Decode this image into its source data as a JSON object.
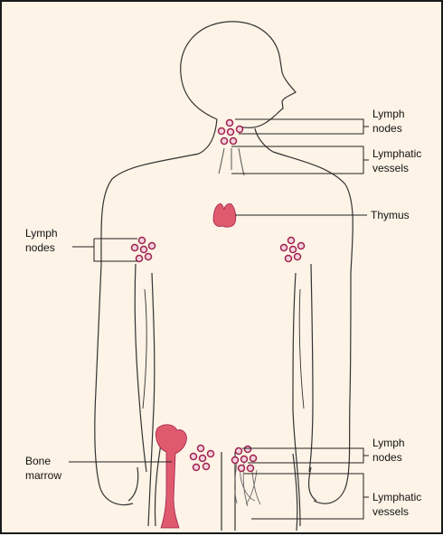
{
  "labels": {
    "lymph_nodes_neck": [
      "Lymph",
      "nodes"
    ],
    "lymphatic_vessels_neck": [
      "Lymphatic",
      "vessels"
    ],
    "thymus": "Thymus",
    "lymph_nodes_armpit": [
      "Lymph",
      "nodes"
    ],
    "bone_marrow": [
      "Bone",
      "marrow"
    ],
    "lymph_nodes_groin": [
      "Lymph",
      "nodes"
    ],
    "lymphatic_vessels_groin": [
      "Lymphatic",
      "vessels"
    ]
  },
  "colors": {
    "background": "#fdf3e6",
    "outline": "#333333",
    "node_fill": "#f2d3de",
    "node_stroke": "#a0204d",
    "organ": "#e05a6e"
  }
}
